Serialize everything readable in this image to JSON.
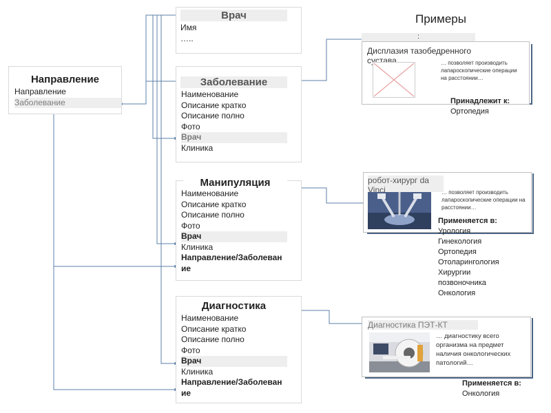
{
  "examples_heading": "Примеры",
  "examples_heading_extra": ":",
  "direction": {
    "title": "Направление",
    "fields": [
      "Направление",
      "Заболевание"
    ]
  },
  "doctor": {
    "title": "Врач",
    "fields": [
      "Имя",
      "….."
    ]
  },
  "disease": {
    "title": "Заболевание",
    "fields": [
      "Наименование",
      "Описание кратко",
      "Описание полно",
      "Фото",
      "Врач",
      "Клиника"
    ]
  },
  "manipulation": {
    "title": "Манипуляция",
    "fields": [
      "Наименование",
      "Описание кратко",
      "Описание полно",
      "Фото",
      "Врач",
      "Клиника",
      "Направление/Заболеван",
      "ие"
    ]
  },
  "diagnostics": {
    "title": "Диагностика",
    "fields": [
      "Наименование",
      "Описание кратко",
      "Описание полно",
      "Фото",
      "Врач",
      "Клиника",
      "Направление/Заболеван",
      "ие"
    ]
  },
  "example1": {
    "title": "Дисплазия тазобедренного сустава",
    "desc": "… позволяет производить лапароскопические операции на расстоянии…",
    "label_heading": "Принадлежит к:",
    "label_items": [
      "Ортопедия"
    ]
  },
  "example2": {
    "title": "робот-хирург da Vinci",
    "desc": "… позволяет производить лапароскопические операции на расстоянии…",
    "label_heading": "Применяется в:",
    "label_items": [
      "Урология",
      "Гинекология",
      "Ортопедия",
      "Отоларингология",
      "Хирургии позвоночника",
      "Онкология"
    ]
  },
  "example3": {
    "title": "Диагностика ПЭТ-КТ",
    "desc": "… диагностику всего организма на предмет наличия онкологических патологий…",
    "label_heading": "Применяется в:",
    "label_items": [
      "Онкология"
    ]
  },
  "colors": {
    "connector": "#5b7fa8",
    "frame": "#4a6484",
    "placeholder_x": "#e8a0a0"
  }
}
